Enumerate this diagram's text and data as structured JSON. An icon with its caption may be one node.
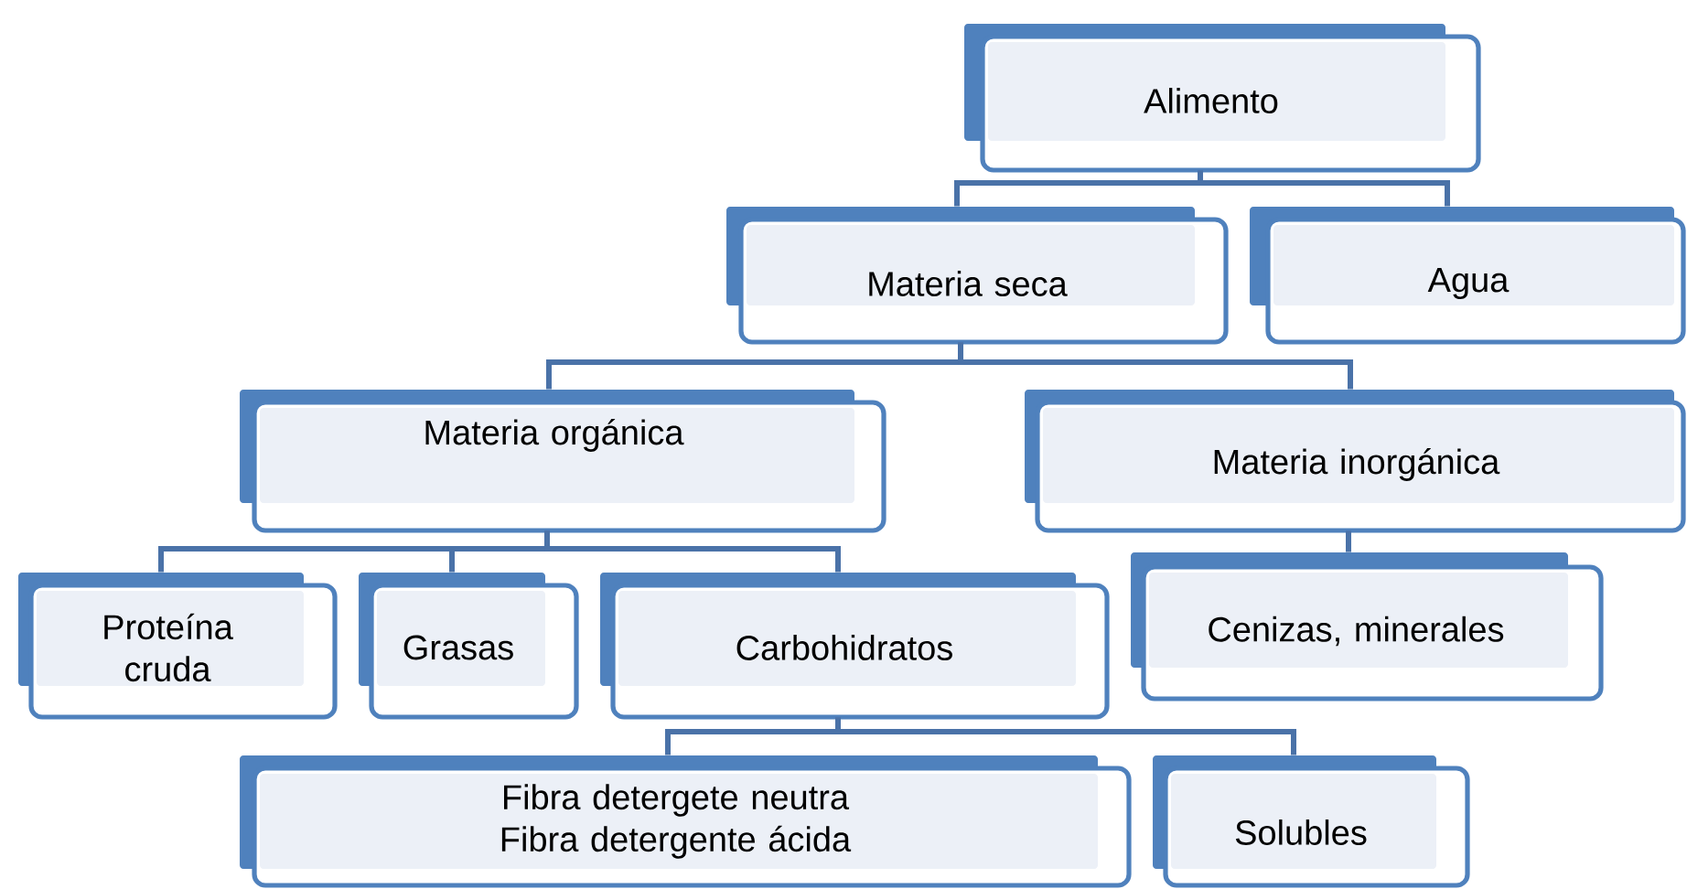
{
  "diagram": {
    "nodes": [
      {
        "text": [
          "Alimento"
        ]
      },
      {
        "text": [
          "Materia seca"
        ]
      },
      {
        "text": [
          "Agua"
        ]
      },
      {
        "text": [
          "Materia orgánica"
        ]
      },
      {
        "text": [
          "Materia inorgánica"
        ]
      },
      {
        "text": [
          "Proteína cruda"
        ]
      },
      {
        "text": [
          "Grasas"
        ]
      },
      {
        "text": [
          "Carbohidratos"
        ]
      },
      {
        "text": [
          "Cenizas, minerales"
        ]
      },
      {
        "text": [
          "Fibra detergete neutra",
          "Fibra detergente ácida"
        ]
      },
      {
        "text": [
          "Solubles"
        ]
      }
    ],
    "edges": [
      {
        "from": 0,
        "to": 1,
        "arrow": "none"
      },
      {
        "from": 0,
        "to": 2,
        "arrow": "none"
      },
      {
        "from": 1,
        "to": 3,
        "arrow": "none"
      },
      {
        "from": 1,
        "to": 4,
        "arrow": "none"
      },
      {
        "from": 3,
        "to": 5,
        "arrow": "none"
      },
      {
        "from": 3,
        "to": 6,
        "arrow": "none"
      },
      {
        "from": 3,
        "to": 7,
        "arrow": "none"
      },
      {
        "from": 4,
        "to": 8,
        "arrow": "none"
      },
      {
        "from": 7,
        "to": 9,
        "arrow": "none"
      },
      {
        "from": 7,
        "to": 10,
        "arrow": "none"
      }
    ]
  }
}
